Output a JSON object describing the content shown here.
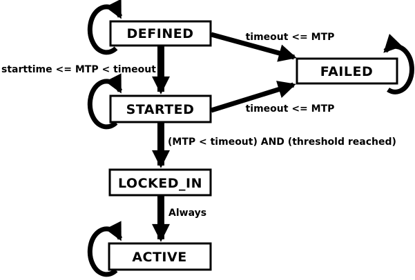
{
  "diagram": {
    "background_color": "#ffffff",
    "line_color": "#000000",
    "states": {
      "defined": {
        "label": "DEFINED",
        "self_loop": true
      },
      "failed": {
        "label": "FAILED",
        "self_loop": true
      },
      "started": {
        "label": "STARTED",
        "self_loop": true
      },
      "locked_in": {
        "label": "LOCKED_IN",
        "self_loop": false
      },
      "active": {
        "label": "ACTIVE",
        "self_loop": true
      }
    },
    "transitions": {
      "defined_to_failed": {
        "from": "DEFINED",
        "to": "FAILED",
        "label": "timeout <= MTP"
      },
      "defined_to_started": {
        "from": "DEFINED",
        "to": "STARTED",
        "label": "starttime <= MTP < timeout"
      },
      "started_to_failed": {
        "from": "STARTED",
        "to": "FAILED",
        "label": "timeout <= MTP"
      },
      "started_to_locked_in": {
        "from": "STARTED",
        "to": "LOCKED_IN",
        "label": "(MTP < timeout) AND (threshold reached)"
      },
      "locked_in_to_active": {
        "from": "LOCKED_IN",
        "to": "ACTIVE",
        "label": "Always"
      }
    }
  }
}
